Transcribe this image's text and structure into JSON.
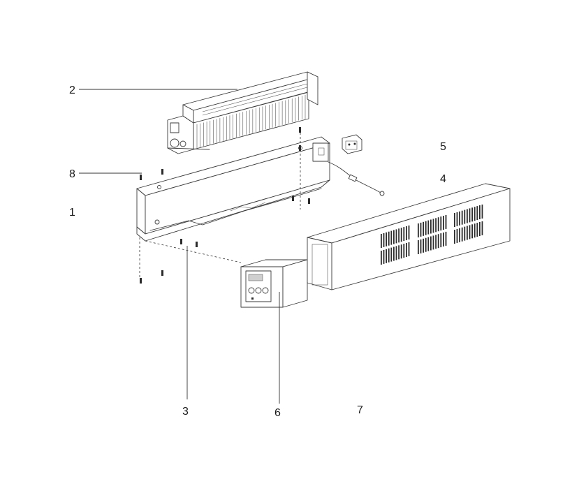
{
  "callouts": [
    {
      "id": "1",
      "label": "1"
    },
    {
      "id": "2",
      "label": "2"
    },
    {
      "id": "3",
      "label": "3"
    },
    {
      "id": "4",
      "label": "4"
    },
    {
      "id": "5",
      "label": "5"
    },
    {
      "id": "6",
      "label": "6"
    },
    {
      "id": "7",
      "label": "7"
    },
    {
      "id": "8",
      "label": "8"
    }
  ],
  "colors": {
    "line": "#3a3a3a",
    "background": "#ffffff"
  }
}
